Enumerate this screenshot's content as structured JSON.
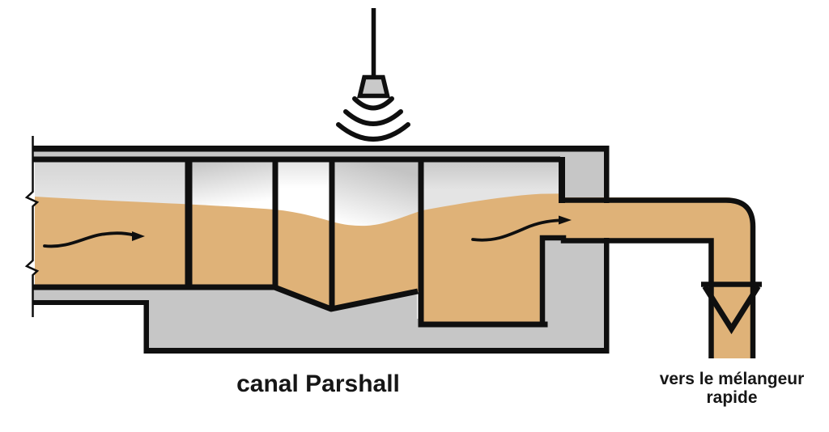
{
  "figure": {
    "caption": "canal Parshall",
    "outlet_label": {
      "line1": "vers le mélangeur",
      "line2": "rapide"
    }
  },
  "icons": {
    "sensor": "ultrasonic-level-sensor-icon",
    "waves": "ultrasound-wave-arcs-icon",
    "flow_arrows": "flow-direction-arrow-icon",
    "funnel": "funnel-outlet-symbol-icon",
    "break_marks": "channel-break-mark-icon"
  },
  "colors": {
    "water": "#dfb278",
    "concrete": "#c6c6c6",
    "outline": "#0f0f0f",
    "sensor_fill": "#c9c9c9",
    "air": "#e0e0e0",
    "text": "#161616",
    "background": "#ffffff"
  }
}
